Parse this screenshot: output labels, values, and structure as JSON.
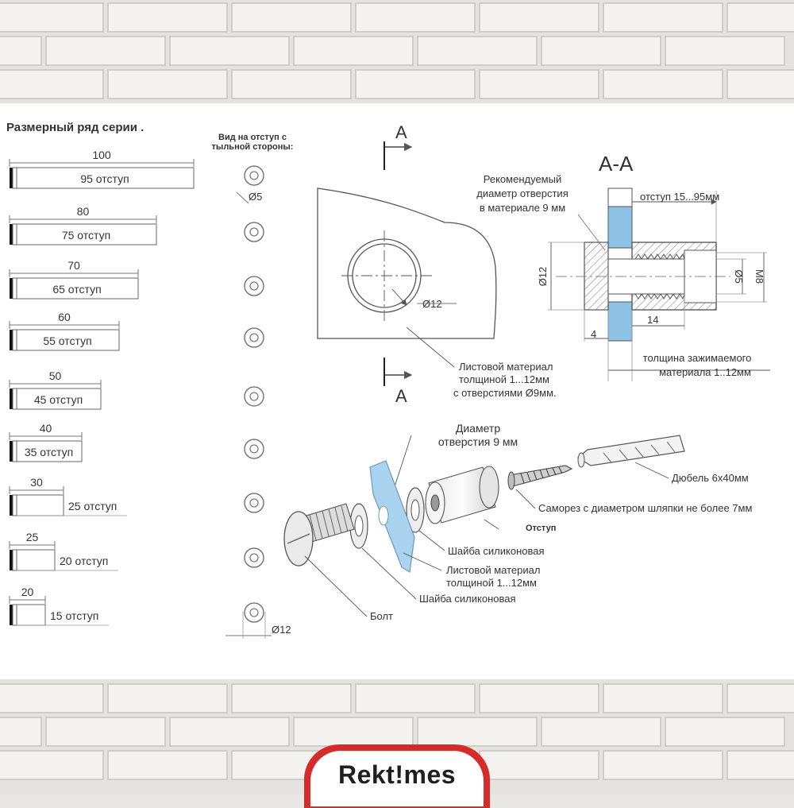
{
  "brand": {
    "logo_text": "Rekt!mes",
    "accent": "#d52b2b"
  },
  "colors": {
    "glass": "#8fc3e6",
    "hatch": "#9a9a9a",
    "line": "#555555"
  },
  "size_table": {
    "title": "Размерный ряд серии .",
    "back_view_label_1": "Вид на отступ с",
    "back_view_label_2": "тыльной стороны:",
    "hole_d5": "Ø5",
    "hole_d12": "Ø12",
    "rows": [
      {
        "length": "100",
        "offset": "95 отступ"
      },
      {
        "length": "80",
        "offset": "75 отступ"
      },
      {
        "length": "70",
        "offset": "65 отступ"
      },
      {
        "length": "60",
        "offset": "55 отступ"
      },
      {
        "length": "50",
        "offset": "45 отступ"
      },
      {
        "length": "40",
        "offset": "35 отступ"
      },
      {
        "length": "30",
        "offset": "25 отступ"
      },
      {
        "length": "25",
        "offset": "20 отступ"
      },
      {
        "length": "20",
        "offset": "15 отступ"
      }
    ]
  },
  "plate_view": {
    "section_mark": "A",
    "hole_label": "Ø12",
    "material_1": "Листовой материал",
    "material_2": "толщиной 1...12мм",
    "material_3": "с отверстиями  Ø9мм."
  },
  "section": {
    "title": "A-A",
    "rec_1": "Рекомендуемый",
    "rec_2": "диаметр отверстия",
    "rec_3": "в материале 9 мм",
    "offset_range": "отступ 15...95мм",
    "d12": "Ø12",
    "d5": "Ø5",
    "m8": "M8",
    "dim_4": "4",
    "dim_14": "14",
    "thickness_1": "толщина зажимаемого",
    "thickness_2": "материала 1..12мм"
  },
  "exploded": {
    "hole_1": "Диаметр",
    "hole_2": "отверстия 9 мм",
    "dowel": "Дюбель 6x40мм",
    "screw": "Саморез с диаметром шляпки не более 7мм",
    "standoff": "Отступ",
    "washer_top": "Шайба силиконовая",
    "material_1": "Листовой материал",
    "material_2": "толщиной 1...12мм",
    "washer_bottom": "Шайба силиконовая",
    "bolt": "Болт"
  }
}
